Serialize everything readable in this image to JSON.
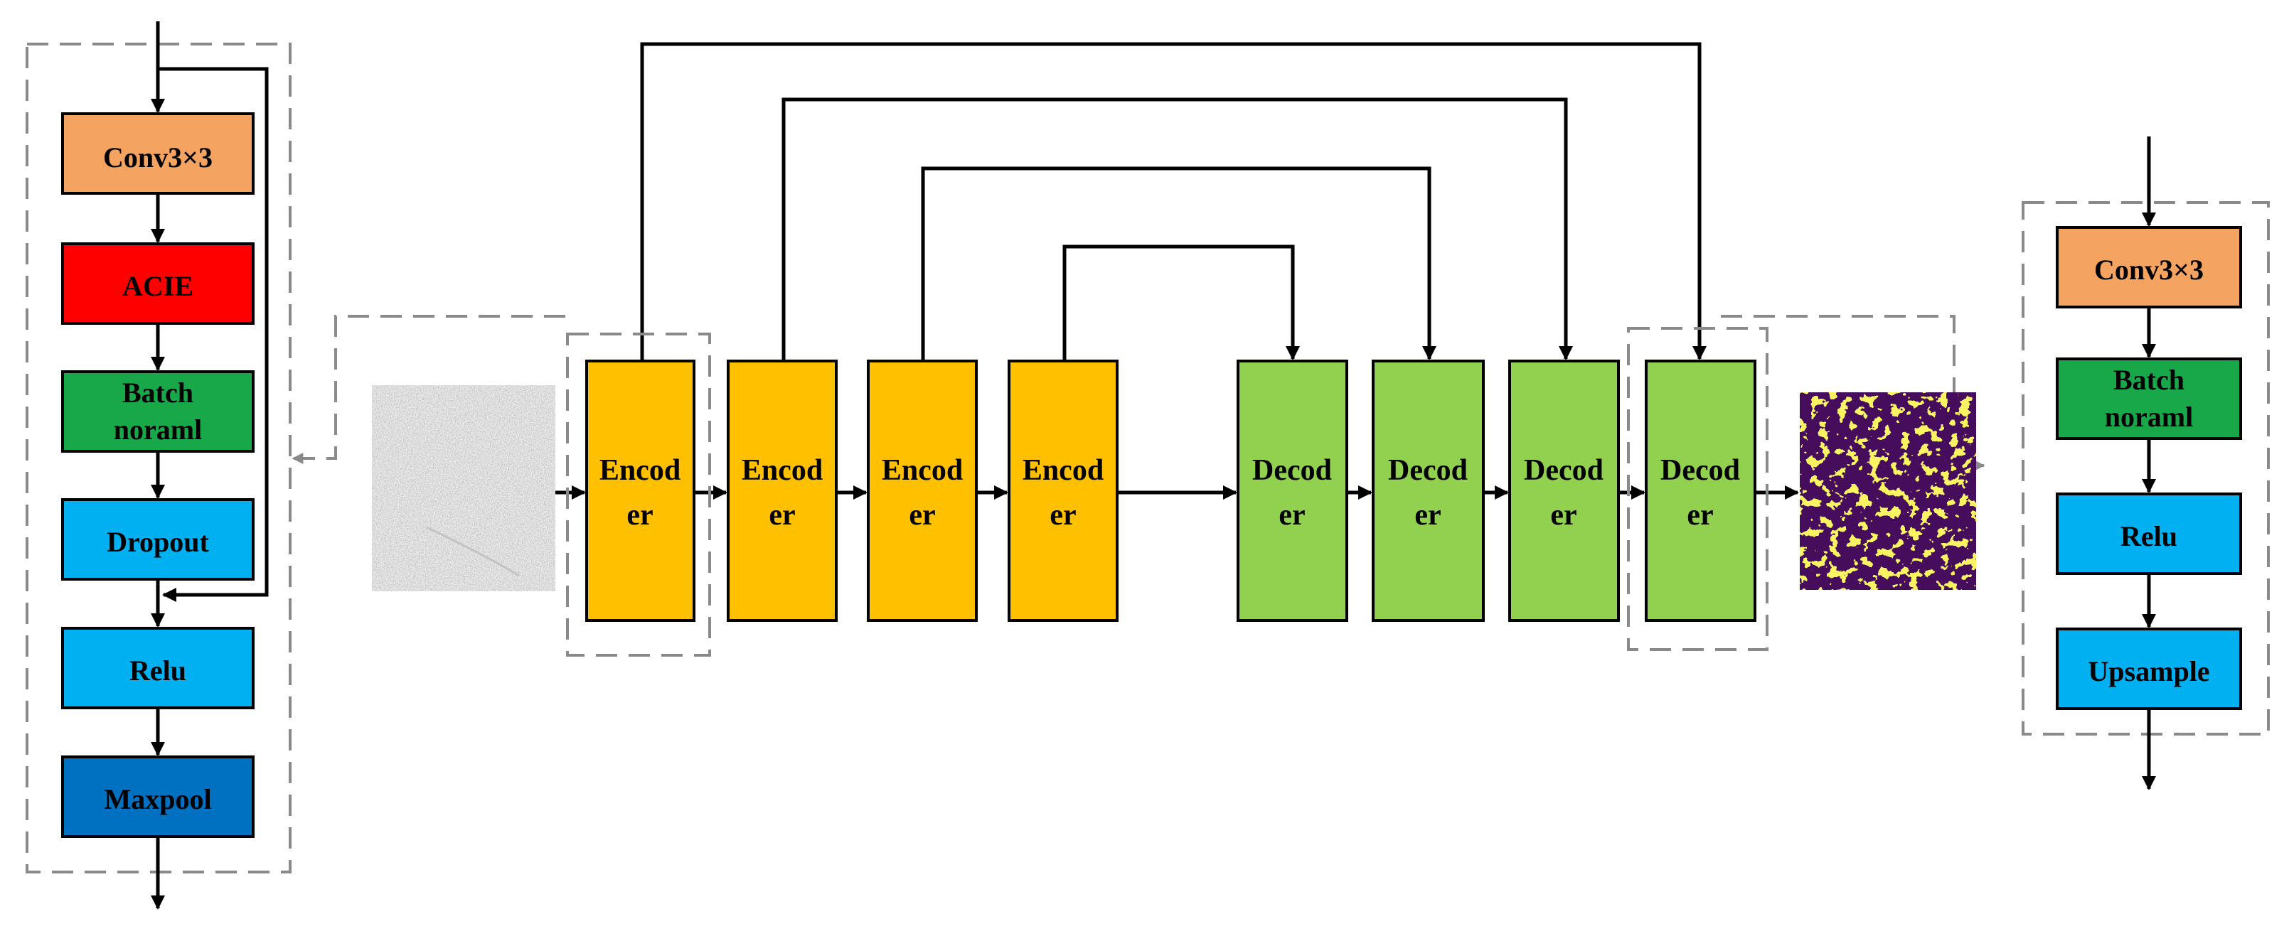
{
  "colors": {
    "conv": "#f4a460",
    "acie": "#ff0000",
    "batch": "#18a84a",
    "dropout": "#00b0f0",
    "relu": "#00b0f0",
    "maxpool": "#0070c0",
    "upsample": "#00b0f0",
    "encoder": "#ffc000",
    "decoder": "#92d050",
    "mask_fg": "#f5e61e",
    "mask_bg": "#440a5c"
  },
  "encoder_detail": {
    "conv": "Conv3×3",
    "acie": "ACIE",
    "batch_l1": "Batch",
    "batch_l2": "noraml",
    "dropout": "Dropout",
    "relu": "Relu",
    "maxpool": "Maxpool"
  },
  "decoder_detail": {
    "conv": "Conv3×3",
    "batch_l1": "Batch",
    "batch_l2": "noraml",
    "relu": "Relu",
    "upsample": "Upsample"
  },
  "encoders": [
    {
      "l1": "Encod",
      "l2": "er"
    },
    {
      "l1": "Encod",
      "l2": "er"
    },
    {
      "l1": "Encod",
      "l2": "er"
    },
    {
      "l1": "Encod",
      "l2": "er"
    }
  ],
  "decoders": [
    {
      "l1": "Decod",
      "l2": "er"
    },
    {
      "l1": "Decod",
      "l2": "er"
    },
    {
      "l1": "Decod",
      "l2": "er"
    },
    {
      "l1": "Decod",
      "l2": "er"
    }
  ]
}
